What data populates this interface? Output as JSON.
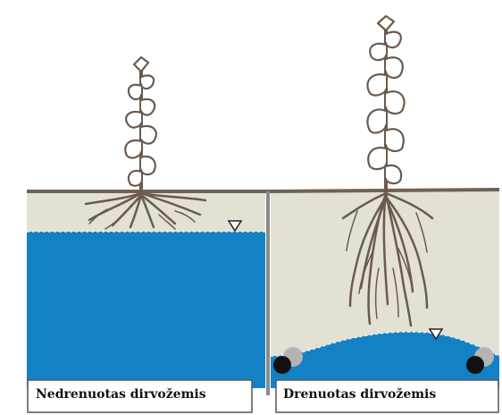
{
  "colors": {
    "background": "#ffffff",
    "soil": "#e2e1d4",
    "surface_line": "#6e6259",
    "water": "#1282c4",
    "water_table_line": "#e9ecf2",
    "plant": "#6b5a4e",
    "plant_fill": "#ffffff",
    "drain_pipe": "#111111",
    "drain_gravel": "#b4b4b4",
    "divider": "#8a8a86",
    "caption_border": "#555555"
  },
  "icons": {
    "water_table_marker": "inverted-triangle-icon"
  },
  "panels": [
    {
      "id": "undrained",
      "caption": "Nedrenuotas dirvožemis",
      "water_table": "high-flat",
      "root_depth": "shallow"
    },
    {
      "id": "drained",
      "caption": "Drenuotas dirvožemis",
      "water_table": "low-curved-between-drains",
      "root_depth": "deep",
      "drains": 2
    }
  ]
}
